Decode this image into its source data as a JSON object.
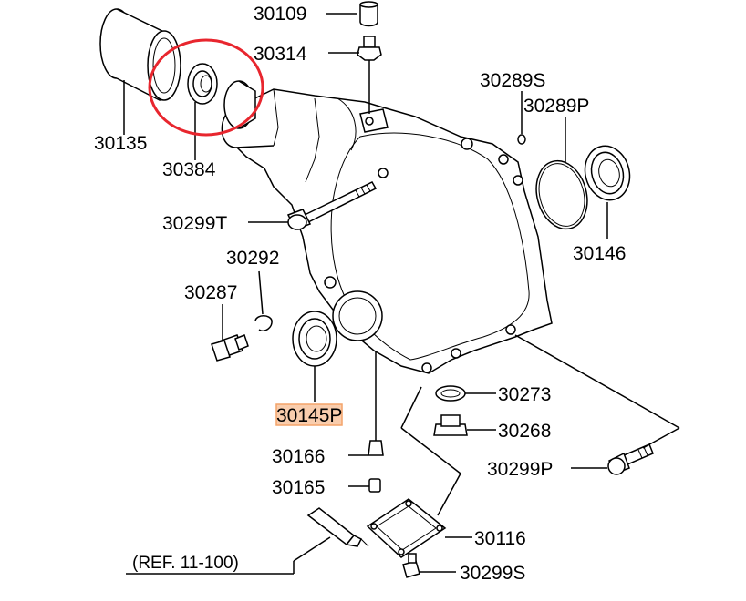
{
  "labels": {
    "p30109": "30109",
    "p30314": "30314",
    "p30135": "30135",
    "p30384": "30384",
    "p30289s": "30289S",
    "p30289p": "30289P",
    "p30299t": "30299T",
    "p30146": "30146",
    "p30292": "30292",
    "p30287": "30287",
    "p30145p": "30145P",
    "p30273": "30273",
    "p30268": "30268",
    "p30166": "30166",
    "p30299p": "30299P",
    "p30165": "30165",
    "p30116": "30116",
    "ref": "(REF. 11-100)",
    "p30299s": "30299S"
  },
  "colors": {
    "highlight_circle": "#e8262e",
    "highlight_box": "#f4a46a",
    "line": "#000000"
  }
}
